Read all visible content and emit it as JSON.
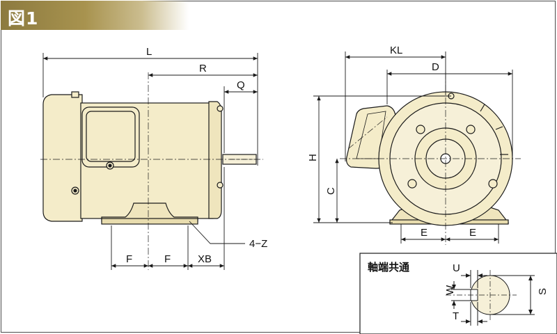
{
  "figure_title": "図1",
  "shaft_box_title": "軸端共通",
  "dimensions": {
    "L": "L",
    "R": "R",
    "Q": "Q",
    "KL": "KL",
    "D": "D",
    "H": "H",
    "C": "C",
    "E_left": "E",
    "E_right": "E",
    "F_left": "F",
    "F_right": "F",
    "XB": "XB",
    "Z": "4−Z",
    "U": "U",
    "W": "W",
    "T": "T",
    "S": "S"
  },
  "colors": {
    "motor_body": "#f4ecc9",
    "motor_shadow": "#e3d8aa",
    "line": "#1a1a1a",
    "tab": "#a08c4a"
  }
}
